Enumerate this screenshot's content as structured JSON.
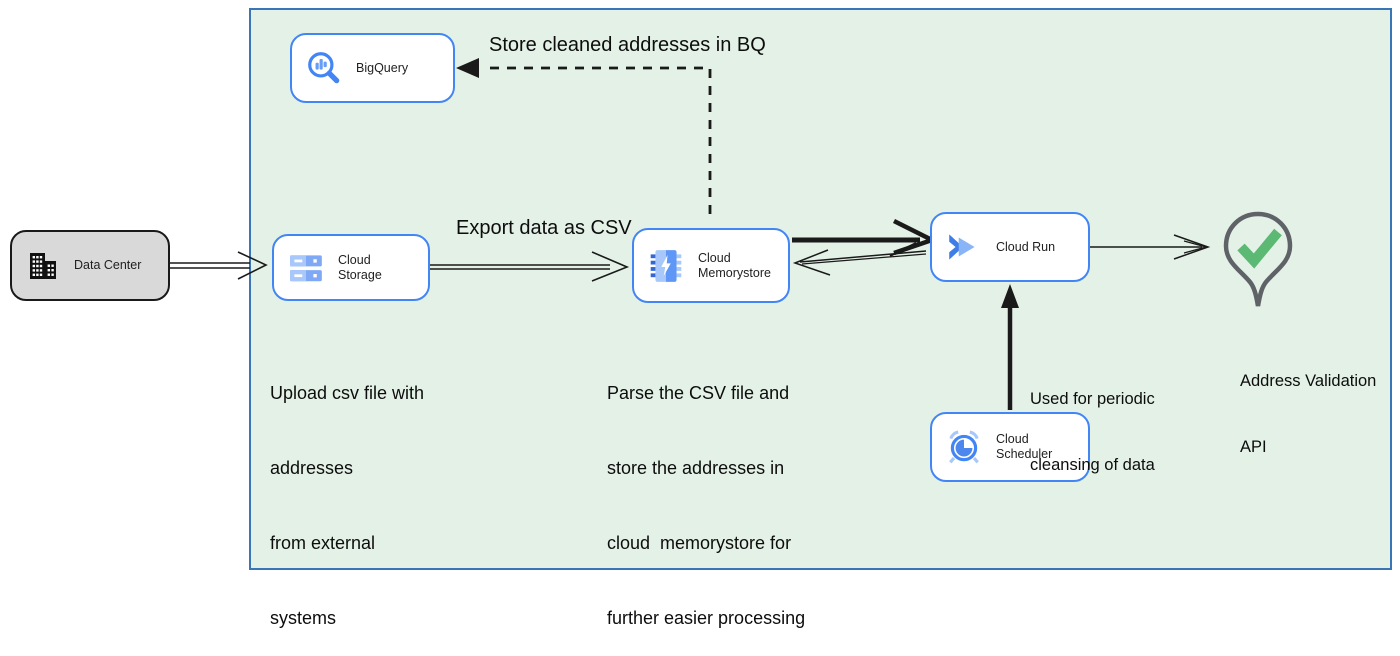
{
  "nodes": {
    "data_center": {
      "label": "Data Center",
      "icon": "building-icon"
    },
    "bigquery": {
      "label": "BigQuery",
      "icon": "bigquery-magnifier-chart-icon"
    },
    "cloud_storage": {
      "label": "Cloud Storage",
      "icon": "cloud-storage-disks-icon"
    },
    "cloud_memorystore": {
      "label_lines": [
        "Cloud",
        "Memorystore"
      ],
      "icon": "memorystore-chip-bolt-icon"
    },
    "cloud_run": {
      "label": "Cloud Run",
      "icon": "cloud-run-chevron-icon"
    },
    "cloud_scheduler": {
      "label": "Cloud Scheduler",
      "icon": "cloud-scheduler-alarm-icon"
    },
    "address_validation_api": {
      "label_lines": [
        "Address Validation",
        "API"
      ],
      "icon": "map-pin-check-icon"
    }
  },
  "edge_labels": {
    "store_cleaned": "Store cleaned addresses in BQ",
    "export_csv": "Export data as CSV",
    "periodic_lines": [
      "Used for periodic",
      "cleansing of data"
    ]
  },
  "annotations": {
    "upload_lines": [
      "Upload csv file with",
      "addresses",
      "from external",
      "systems"
    ],
    "parse_lines": [
      "Parse the CSV file and",
      "store the addresses in",
      "cloud  memorystore for",
      "further easier processing"
    ]
  },
  "colors": {
    "boundary_fill": "#E4F1E7",
    "boundary_border": "#3A76B5",
    "node_border": "#4285F4",
    "node_fill": "#FFFFFF",
    "datacenter_fill": "#D9D9D9",
    "datacenter_border": "#1A1A1A",
    "icon_blue": "#4285F4",
    "icon_light_blue": "#A8C7FA",
    "icon_mid_blue": "#5E97F6",
    "pin_outline": "#5F6368",
    "check_green": "#5BB974",
    "arrow_color": "#1A1A1A"
  }
}
